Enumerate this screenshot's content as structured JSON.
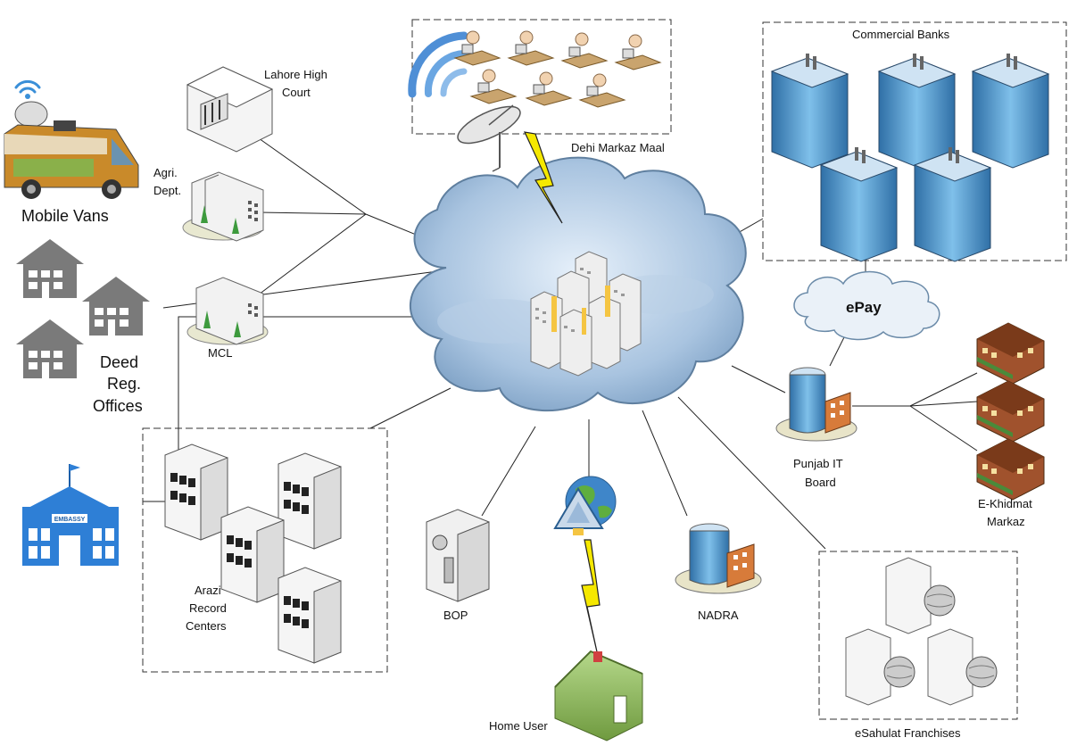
{
  "nodes": {
    "mobile_vans": "Mobile Vans",
    "deed_reg": [
      "Deed",
      "Reg.",
      "Offices"
    ],
    "lahore_high_court": [
      "Lahore High",
      "Court"
    ],
    "agri_dept": [
      "Agri.",
      "Dept."
    ],
    "mcl": "MCL",
    "embassy_sign": "EMBASSY",
    "arazi": [
      "Arazi",
      "Record",
      "Centers"
    ],
    "bop": "BOP",
    "home_user": "Home User",
    "nadra": "NADRA",
    "dehi_markaz_maal": "Dehi Markaz Maal",
    "commercial_banks": "Commercial Banks",
    "epay": "ePay",
    "punjab_it_board": [
      "Punjab IT",
      "Board"
    ],
    "e_khidmat": [
      "E-Khidmat",
      "Markaz"
    ],
    "esahulat": "eSahulat Franchises"
  },
  "colors": {
    "cloud_fill": "#a9c4e0",
    "cloud_stroke": "#5f7f9f",
    "server": "#e8e8e8",
    "highlight": "#f5c542",
    "house_green": "#8cb35a",
    "embassy_blue": "#2e7fd6",
    "bank_glass": "#5aa3d6",
    "khidmat_brick": "#a0522d",
    "lightning": "#f5e800",
    "dash_border": "#333333"
  },
  "icons": [
    "cloud-icon",
    "server-building-icon",
    "lightning-icon",
    "satellite-dish-icon",
    "wifi-icon",
    "globe-icon",
    "house-icon",
    "bank-tower-icon",
    "school-building-icon",
    "embassy-icon",
    "van-icon",
    "office-building-icon"
  ]
}
